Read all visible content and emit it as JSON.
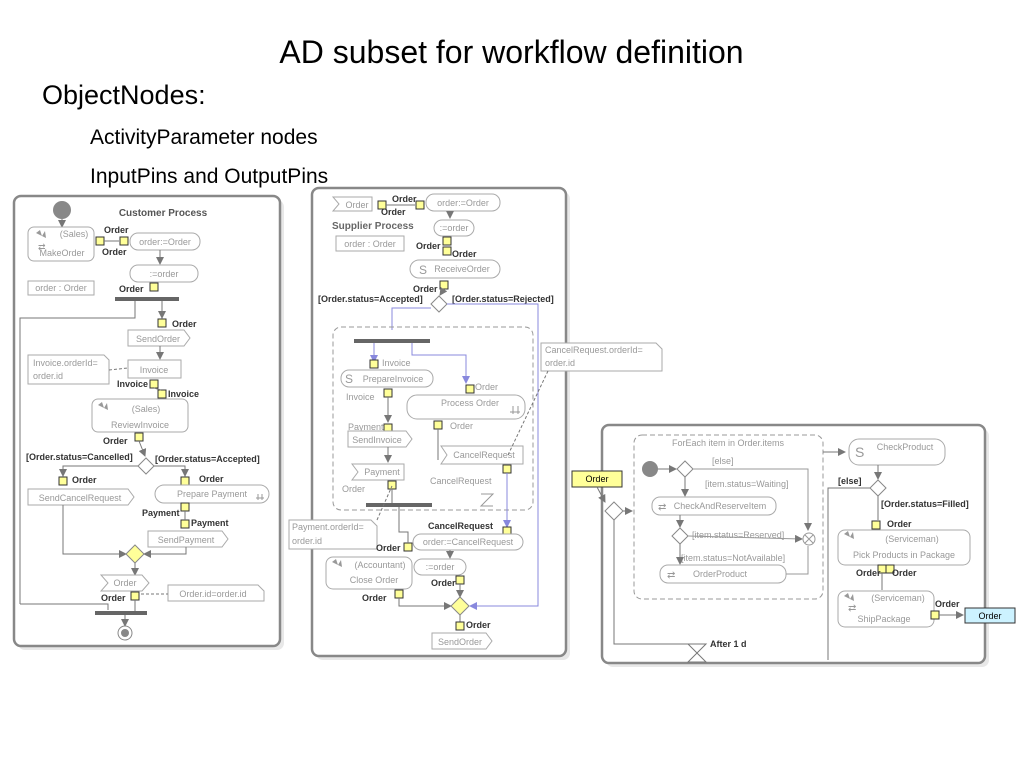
{
  "title": "AD subset for workflow definition",
  "bullets": [
    "ObjectNodes:",
    "ActivityParameter nodes",
    "InputPins and OutputPins"
  ],
  "colors": {
    "pin": "#ffff99",
    "param_highlight": "#ccf2ff",
    "frame": "#888888",
    "flow": "#777777",
    "accent_flow": "#8888dd",
    "bar": "#666666"
  },
  "customer": {
    "title": "Customer Process",
    "make_order": {
      "role": "(Sales)",
      "name": "MakeOrder"
    },
    "order_assign": "order:=Order",
    "eq_order": ":=order",
    "order_note": "order : Order",
    "send_order": "SendOrder",
    "invoice_obj": "Invoice",
    "invoice_note": [
      "Invoice.orderId=",
      "order.id"
    ],
    "review": {
      "role": "(Sales)",
      "name": "ReviewInvoice"
    },
    "guard_cancelled": "[Order.status=Cancelled]",
    "guard_accepted": "[Order.status=Accepted]",
    "send_cancel": "SendCancelRequest",
    "prepare_payment": "Prepare Payment",
    "send_payment": "SendPayment",
    "order_obj": "Order",
    "orderid_note": "Order.id=order.id",
    "pin_labels": [
      "Order",
      "Order",
      "Order",
      "Order",
      "Invoice",
      "Invoice",
      "Order",
      "Order",
      "Order",
      "Payment",
      "Payment",
      "Order"
    ]
  },
  "supplier": {
    "title": "Supplier Process",
    "param": "Order",
    "order_assign": "order:=Order",
    "eq_order": ":=order",
    "order_note": "order : Order",
    "receive": "ReceiveOrder",
    "guard_accepted": "[Order.status=Accepted]",
    "guard_rejected": "[Order.status=Rejected]",
    "prepare_invoice": "PrepareInvoice",
    "process_order": "Process Order",
    "send_invoice": "SendInvoice",
    "payment": "Payment",
    "cancel_request_signal": "CancelRequest",
    "cancel_request_event": "CancelRequest",
    "cancel_note": [
      "CancelRequest.orderId=",
      "order.id"
    ],
    "payment_note": [
      "Payment.orderId=",
      "order.id"
    ],
    "cancel_assign_title": "CancelRequest",
    "cancel_assign": "order:=CancelRequest",
    "close_order": {
      "role": "(Accountant)",
      "name": "Close Order"
    },
    "send_order": "SendOrder",
    "pin_labels": [
      "Order",
      "Order",
      "Order",
      "Order",
      "Order",
      "Invoice",
      "Invoice",
      "Payment",
      "Order",
      "Order",
      "Order",
      "Order",
      "Order"
    ]
  },
  "third": {
    "input_param": "Order",
    "output_param": "Order",
    "foreach": "ForEach item in Order.items",
    "else1": "[else]",
    "waiting": "[item.status=Waiting]",
    "check_reserve": "CheckAndReserveItem",
    "reserved": "[item.status=Reserved]",
    "not_available": "[item.status=NotAvailable]",
    "order_product": "OrderProduct",
    "check_product": "CheckProduct",
    "else2": "[else]",
    "filled": "[Order.status=Filled]",
    "pick": {
      "role": "(Serviceman)",
      "name": "Pick Products in Package"
    },
    "ship": {
      "role": "(Serviceman)",
      "name": "ShipPackage"
    },
    "timer": "After 1 d",
    "pin_labels": [
      "Order",
      "Order",
      "Order",
      "Order"
    ]
  }
}
